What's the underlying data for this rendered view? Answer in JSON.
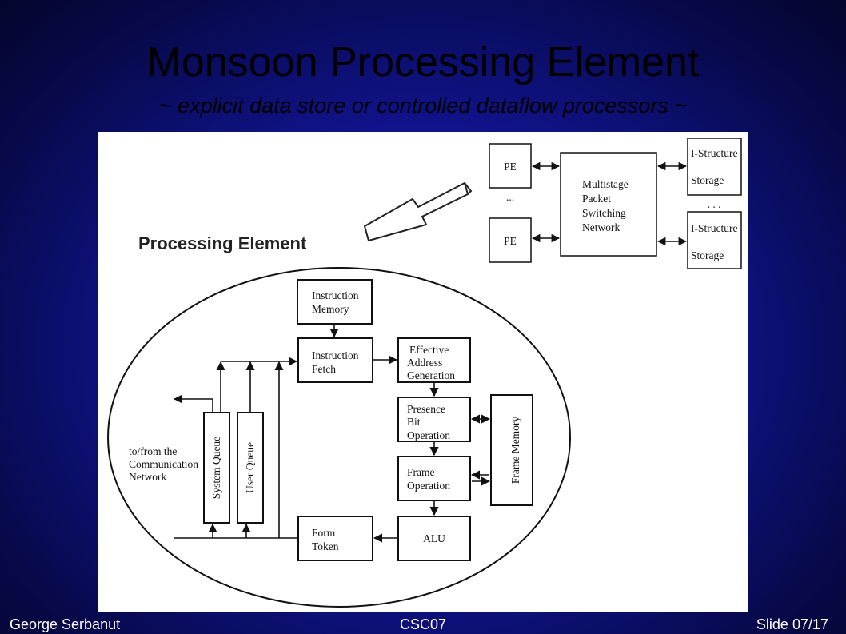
{
  "slide": {
    "title": "Monsoon Processing Element",
    "subtitle": "~ explicit data store or controlled dataflow processors ~"
  },
  "diagram": {
    "heading": "Processing Element",
    "network": {
      "pe_top": "PE",
      "pe_bottom": "PE",
      "pe_ellipsis": "...",
      "switch": [
        "Multistage",
        "Packet",
        "Switching",
        "Network"
      ],
      "istruct_top": [
        "I-Structure",
        "Storage"
      ],
      "istruct_bottom": [
        "I-Structure",
        "Storage"
      ],
      "istruct_ellipsis": ". . ."
    },
    "blocks": {
      "instruction_memory": [
        "Instruction",
        "Memory"
      ],
      "instruction_fetch": [
        "Instruction",
        "Fetch"
      ],
      "effective_address": [
        "Effective",
        "Address",
        "Generation"
      ],
      "presence_bit": [
        "Presence",
        "Bit",
        "Operation"
      ],
      "frame_operation": [
        "Frame",
        "Operation"
      ],
      "frame_memory": "Frame Memory",
      "alu": "ALU",
      "form_token": [
        "Form",
        "Token"
      ],
      "system_queue": "System Queue",
      "user_queue": "User Queue",
      "comm_network": [
        "to/from the",
        "Communication",
        "Network"
      ]
    }
  },
  "footer": {
    "author": "George Serbanut",
    "course": "CSC07",
    "slide_number": "Slide 07/17"
  }
}
